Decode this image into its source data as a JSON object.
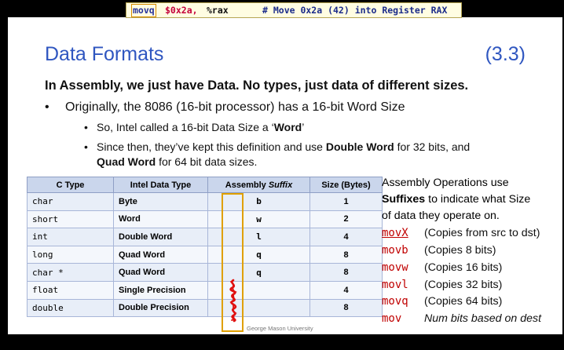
{
  "code_bar": {
    "mnemonic": "movq",
    "immediate": "$0x2a,",
    "register": "%rax",
    "comment": "# Move 0x2a (42) into Register RAX"
  },
  "slide": {
    "title": "Data Formats",
    "section": "(3.3)",
    "headline": "In Assembly, we just have Data.  No types, just data of different sizes.",
    "bullet1": "Originally, the 8086 (16-bit processor) has a 16-bit Word Size",
    "bullet2_pre": "So, Intel called a 16-bit Data Size a ‘",
    "bullet2_bold": "Word",
    "bullet2_post": "’",
    "bullet3_pre": "Since then, they’ve kept this definition and use ",
    "bullet3_bold1": "Double Word",
    "bullet3_mid": " for 32 bits, and",
    "bullet3_bold2": "Quad Word",
    "bullet3_end": " for 64 bit data sizes.",
    "footer": "George Mason University"
  },
  "table": {
    "headers": [
      "C Type",
      "Intel Data Type",
      "Assembly ",
      "Suffix",
      "Size (Bytes)"
    ],
    "rows": [
      {
        "ctype": "char",
        "intel": "Byte",
        "suffix": "b",
        "size": "1"
      },
      {
        "ctype": "short",
        "intel": "Word",
        "suffix": "w",
        "size": "2"
      },
      {
        "ctype": "int",
        "intel": "Double Word",
        "suffix": "l",
        "size": "4"
      },
      {
        "ctype": "long",
        "intel": "Quad Word",
        "suffix": "q",
        "size": "8"
      },
      {
        "ctype": "char *",
        "intel": "Quad Word",
        "suffix": "q",
        "size": "8"
      },
      {
        "ctype": "float",
        "intel": "Single Precision",
        "suffix": "",
        "size": "4"
      },
      {
        "ctype": "double",
        "intel": "Double Precision",
        "suffix": "",
        "size": "8"
      }
    ]
  },
  "side_note": {
    "line1": "Assembly Operations use",
    "line2_bold": "Suffixes",
    "line2_rest": " to indicate what Size",
    "line3": "of data they operate on."
  },
  "ops": [
    {
      "mnem": "movX",
      "desc": "(Copies from src to dst)"
    },
    {
      "mnem": "movb",
      "desc": "(Copies 8 bits)"
    },
    {
      "mnem": "movw",
      "desc": "(Copies 16 bits)"
    },
    {
      "mnem": "movl",
      "desc": "(Copies 32 bits)"
    },
    {
      "mnem": "movq",
      "desc": "(Copies 64 bits)"
    },
    {
      "mnem": "mov",
      "desc": "Num bits based on dest"
    }
  ],
  "colors": {
    "title": "#2f56c0",
    "mnemonic_red": "#c00000",
    "table_header": "#cad6ec",
    "highlight_box": "#e0a000",
    "scribble": "#e01010"
  }
}
